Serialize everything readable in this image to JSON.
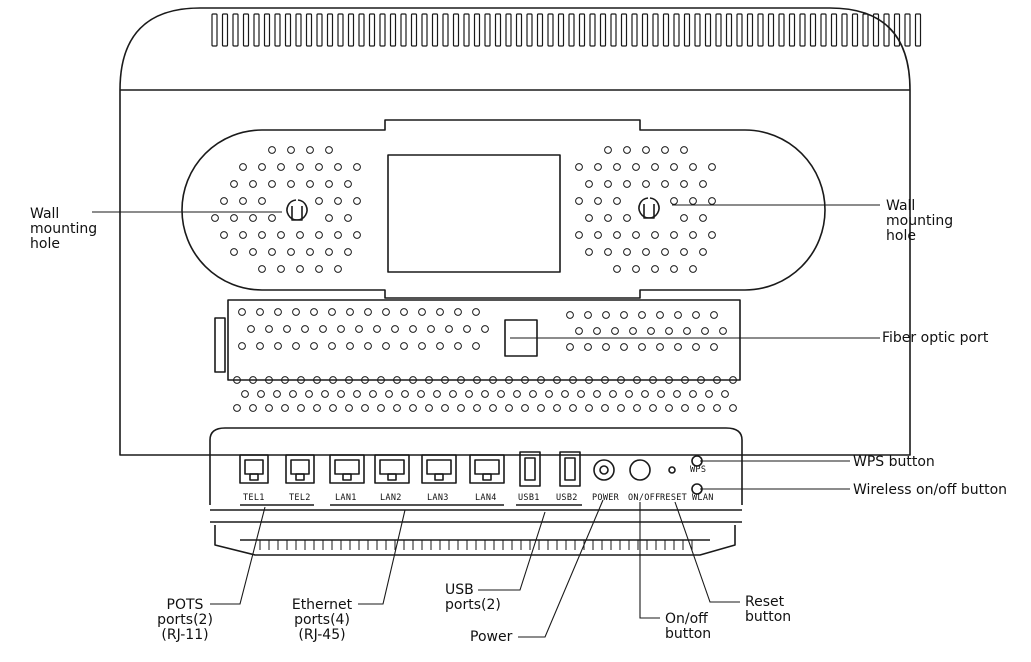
{
  "callouts": {
    "wall_left": "Wall\nmounting\nhole",
    "wall_right": "Wall\nmounting\nhole",
    "fiber": "Fiber optic port",
    "wps": "WPS button",
    "wireless": "Wireless on/off button",
    "pots": "POTS\nports(2)\n(RJ-11)",
    "ethernet": "Ethernet\nports(4)\n(RJ-45)",
    "usb": "USB\nports(2)",
    "power": "Power",
    "onoff": "On/off\nbutton",
    "reset": "Reset\nbutton"
  },
  "port_labels": {
    "tel1": "TEL1",
    "tel2": "TEL2",
    "lan1": "LAN1",
    "lan2": "LAN2",
    "lan3": "LAN3",
    "lan4": "LAN4",
    "usb1": "USB1",
    "usb2": "USB2",
    "power": "POWER",
    "onoff": "ON/OFF",
    "reset": "RESET",
    "wlan": "WLAN",
    "wps": "WPS"
  },
  "colors": {
    "line": "#1a1a1a",
    "background": "#ffffff"
  }
}
